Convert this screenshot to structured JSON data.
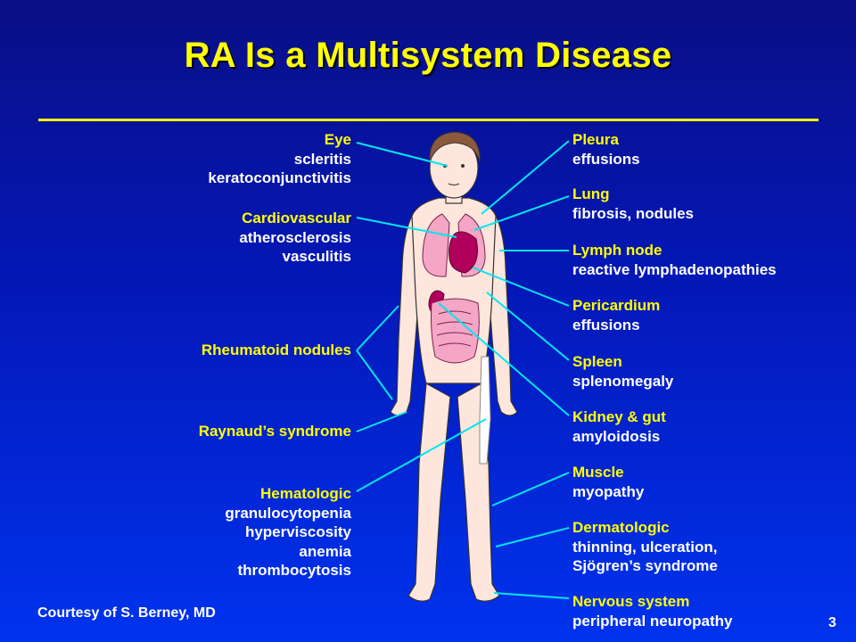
{
  "slide": {
    "title": "RA Is a Multisystem Disease",
    "footer": "Courtesy of S. Berney, MD",
    "page_number": "3"
  },
  "colors": {
    "heading": "#ffff00",
    "body_text": "#ffffff",
    "leader_line": "#00e5f0",
    "skin": "#ffe6dc",
    "organ_pink": "#f4a6c4",
    "organ_dark": "#b0005c"
  },
  "left_labels": [
    {
      "heading": "Eye",
      "details": [
        "scleritis",
        "keratoconjunctivitis"
      ]
    },
    {
      "heading": "Cardiovascular",
      "details": [
        "atherosclerosis",
        "vasculitis"
      ]
    },
    {
      "heading": "Rheumatoid nodules",
      "details": []
    },
    {
      "heading": "Raynaud’s syndrome",
      "details": []
    },
    {
      "heading": "Hematologic",
      "details": [
        "granulocytopenia",
        "hyperviscosity",
        "anemia",
        "thrombocytosis"
      ]
    }
  ],
  "right_labels": [
    {
      "heading": "Pleura",
      "details": [
        "effusions"
      ]
    },
    {
      "heading": "Lung",
      "details": [
        "fibrosis, nodules"
      ]
    },
    {
      "heading": "Lymph node",
      "details": [
        "reactive lymphadenopathies"
      ]
    },
    {
      "heading": "Pericardium",
      "details": [
        "effusions"
      ]
    },
    {
      "heading": "Spleen",
      "details": [
        "splenomegaly"
      ]
    },
    {
      "heading": "Kidney & gut",
      "details": [
        "amyloidosis"
      ]
    },
    {
      "heading": "Muscle",
      "details": [
        "myopathy"
      ]
    },
    {
      "heading": "Dermatologic",
      "details": [
        "thinning, ulceration,",
        "Sjögren’s syndrome"
      ]
    },
    {
      "heading": "Nervous system",
      "details": [
        "peripheral neuropathy"
      ]
    }
  ]
}
